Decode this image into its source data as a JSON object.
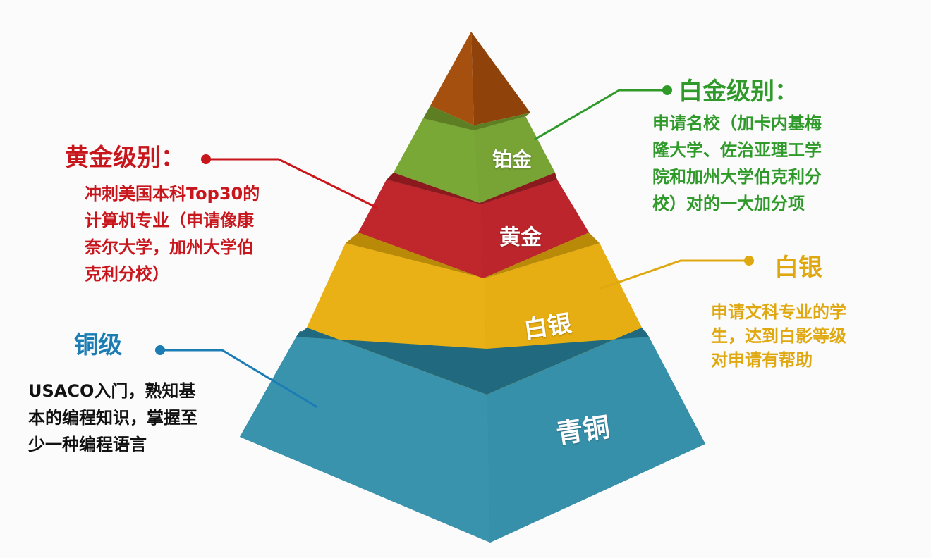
{
  "colors": {
    "platinum": "#2f9a2a",
    "gold": "#c8161d",
    "silver": "#e0a810",
    "bronze": "#1b7db4",
    "body_bronze": "#111111"
  },
  "pyramid": {
    "tiers": [
      {
        "label": "铂金"
      },
      {
        "label": "黄金"
      },
      {
        "label": "白银"
      },
      {
        "label": "青铜"
      }
    ]
  },
  "annotations": {
    "platinum": {
      "title": "白金级别：",
      "lines": [
        "申请名校（加卡内基梅",
        "隆大学、佐治亚理工学",
        "院和加州大学伯克利分",
        "校）对的一大加分项"
      ]
    },
    "gold": {
      "title": "黄金级别：",
      "lines": [
        "冲刺美国本科Top30的",
        "计算机专业（申请像康",
        "奈尔大学，加州大学伯",
        "克利分校）"
      ]
    },
    "silver": {
      "title": "白银",
      "lines": [
        "申请文科专业的学",
        "生，达到白影等级",
        "对申请有帮助"
      ]
    },
    "bronze": {
      "title": "铜级",
      "lines": [
        "USACO入门，熟知基",
        "本的编程知识，掌握至",
        "少一种编程语言"
      ]
    }
  }
}
